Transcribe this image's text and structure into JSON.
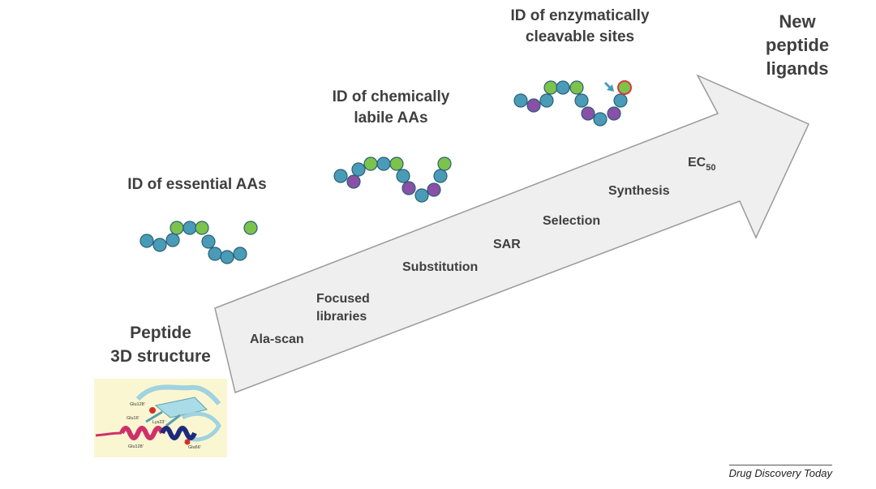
{
  "colors": {
    "arrow_fill": "#efefef",
    "arrow_stroke": "#9a9a9a",
    "bead_blue": "#4a9bb8",
    "bead_green": "#7cc34b",
    "bead_purple": "#8a4fa6",
    "bead_stroke": "#2a5f74",
    "cleave_ring": "#d9363e",
    "text": "#3f3f3f"
  },
  "arrow_steps": [
    {
      "text": "Ala-scan"
    },
    {
      "text": "Focused",
      "text2": "libraries"
    },
    {
      "text": "Substitution"
    },
    {
      "text": "SAR"
    },
    {
      "text": "Selection"
    },
    {
      "text": "Synthesis"
    },
    {
      "text": "EC",
      "sub": "50"
    }
  ],
  "headings": {
    "start": {
      "line1": "Peptide",
      "line2": "3D structure"
    },
    "essential": {
      "line1": "ID of essential AAs"
    },
    "chemical": {
      "line1": "ID of chemically",
      "line2": "labile AAs"
    },
    "enzymatic": {
      "line1": "ID of enzymatically",
      "line2": "cleavable sites"
    },
    "end": {
      "line1": "New",
      "line2": "peptide",
      "line3": "ligands"
    }
  },
  "structure_labels": {
    "a": "Glu128'",
    "b": "Glu16'",
    "c": "Lys23'",
    "d": "Glu128'",
    "e": "Glu66'"
  },
  "chains": {
    "essential": [
      "blue",
      "blue",
      "blue",
      "green",
      "blue",
      "green",
      "blue",
      "blue",
      "blue",
      "blue",
      "green"
    ],
    "chemical": [
      "blue",
      "purple",
      "blue",
      "green",
      "blue",
      "green",
      "blue",
      "purple",
      "blue",
      "purple",
      "blue",
      "green"
    ],
    "enzymatic": [
      "blue",
      "purple",
      "blue",
      "green",
      "blue",
      "green",
      "blue",
      "purple",
      "blue",
      "purple",
      "blue",
      "cleave"
    ]
  },
  "credit": "Drug Discovery Today"
}
